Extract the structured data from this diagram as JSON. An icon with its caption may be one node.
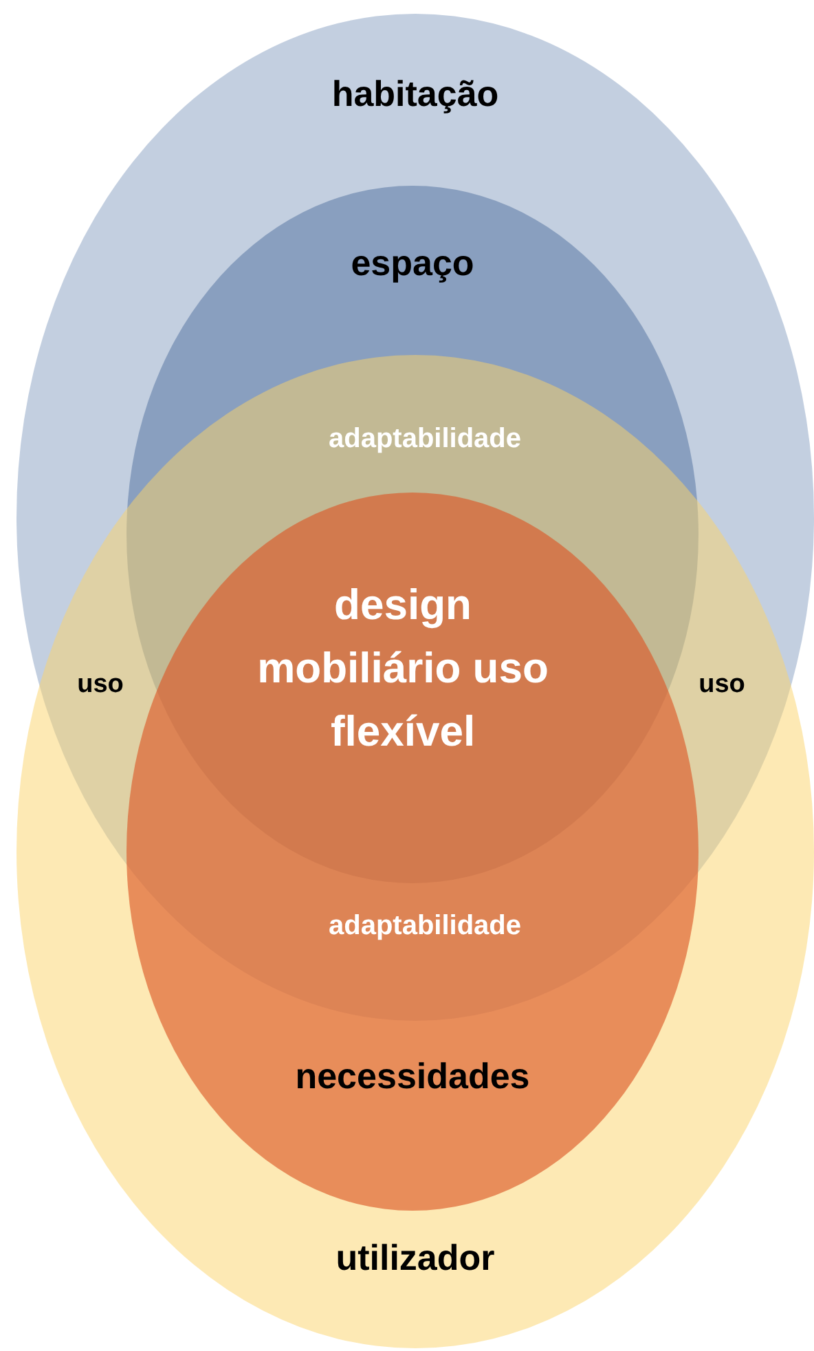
{
  "diagram": {
    "nodes": [
      {
        "text": [
          "habitação"
        ]
      },
      {
        "text": [
          "espaço"
        ],
        "in": 0
      },
      {
        "text": [
          "utilizador"
        ]
      },
      {
        "text": [
          "necessidades"
        ],
        "in": 2
      }
    ],
    "labels": [
      "adaptabilidade",
      "design mobiliário uso flexível",
      "uso",
      "uso",
      "adaptabilidade"
    ]
  }
}
